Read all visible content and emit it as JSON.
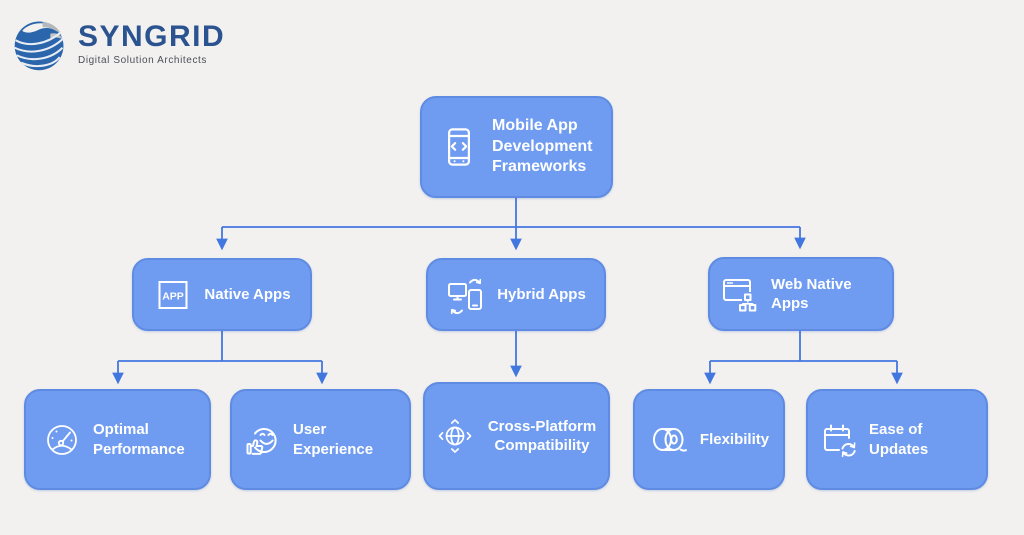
{
  "logo": {
    "name": "SYNGRID",
    "tagline": "Digital Solution Architects"
  },
  "colors": {
    "background": "#f2f1ef",
    "box_fill": "#6f9cf0",
    "box_border": "#5f8ce2",
    "connector_line": "#4377e0",
    "box_text": "#ffffff",
    "logo_text": "#2a5390",
    "logo_tagline": "#4a4f57"
  },
  "diagram": {
    "root": {
      "label": "Mobile App Development Frameworks",
      "icon": "mobile-code-icon"
    },
    "level2": [
      {
        "label": "Native Apps",
        "icon": "app-square-icon",
        "icon_text": "APP"
      },
      {
        "label": "Hybrid Apps",
        "icon": "devices-sync-icon"
      },
      {
        "label": "Web Native Apps",
        "icon": "browser-nodes-icon"
      }
    ],
    "level3": [
      {
        "label": "Optimal Performance",
        "icon": "speedometer-icon",
        "parent": "Native Apps"
      },
      {
        "label": "User Experience",
        "icon": "smiley-thumbs-up-icon",
        "parent": "Native Apps"
      },
      {
        "label": "Cross-Platform Compatibility",
        "icon": "globe-arrows-icon",
        "parent": "Hybrid Apps"
      },
      {
        "label": "Flexibility",
        "icon": "roll-icon",
        "parent": "Web Native Apps"
      },
      {
        "label": "Ease of Updates",
        "icon": "calendar-refresh-icon",
        "parent": "Web Native Apps"
      }
    ]
  }
}
